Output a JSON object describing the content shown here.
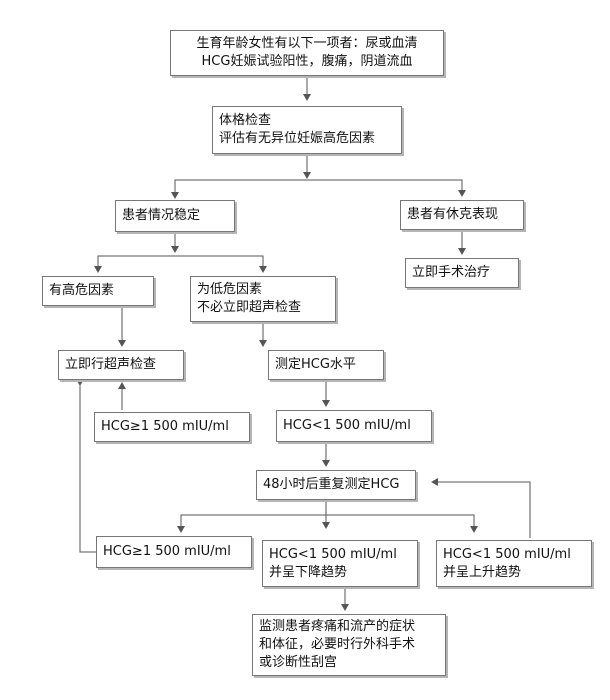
{
  "nodes": {
    "n1": {
      "lines": [
        "生育年龄女性有以下一项者：尿或血清",
        "HCG妊娠试验阳性，腹痛，阴道流血"
      ]
    },
    "n2": {
      "lines": [
        "体格检查",
        "评估有无异位妊娠高危因素"
      ]
    },
    "n3": {
      "lines": [
        "患者情况稳定"
      ]
    },
    "n4": {
      "lines": [
        "患者有休克表现"
      ]
    },
    "n5": {
      "lines": [
        "立即手术治疗"
      ]
    },
    "n6": {
      "lines": [
        "有高危因素"
      ]
    },
    "n7": {
      "lines": [
        "为低危因素",
        "不必立即超声检查"
      ]
    },
    "n8": {
      "lines": [
        "立即行超声检查"
      ]
    },
    "n9": {
      "lines": [
        "测定HCG水平"
      ]
    },
    "n10": {
      "lines": [
        "HCG≥1 500 mIU/ml"
      ]
    },
    "n11": {
      "lines": [
        "HCG<1 500 mIU/ml"
      ]
    },
    "n12": {
      "lines": [
        "48小时后重复测定HCG"
      ]
    },
    "n13": {
      "lines": [
        "HCG≥1 500 mIU/ml"
      ]
    },
    "n14": {
      "lines": [
        "HCG<1 500 mIU/ml",
        "并呈下降趋势"
      ]
    },
    "n15": {
      "lines": [
        "HCG<1 500 mIU/ml",
        "并呈上升趋势"
      ]
    },
    "n16": {
      "lines": [
        "监测患者疼痛和流产的症状",
        "和体征，必要时行外科手术",
        "或诊断性刮宫"
      ]
    }
  },
  "colors": {
    "line": "#555555",
    "border": "#777777",
    "shadow": "#b5b5b5"
  }
}
